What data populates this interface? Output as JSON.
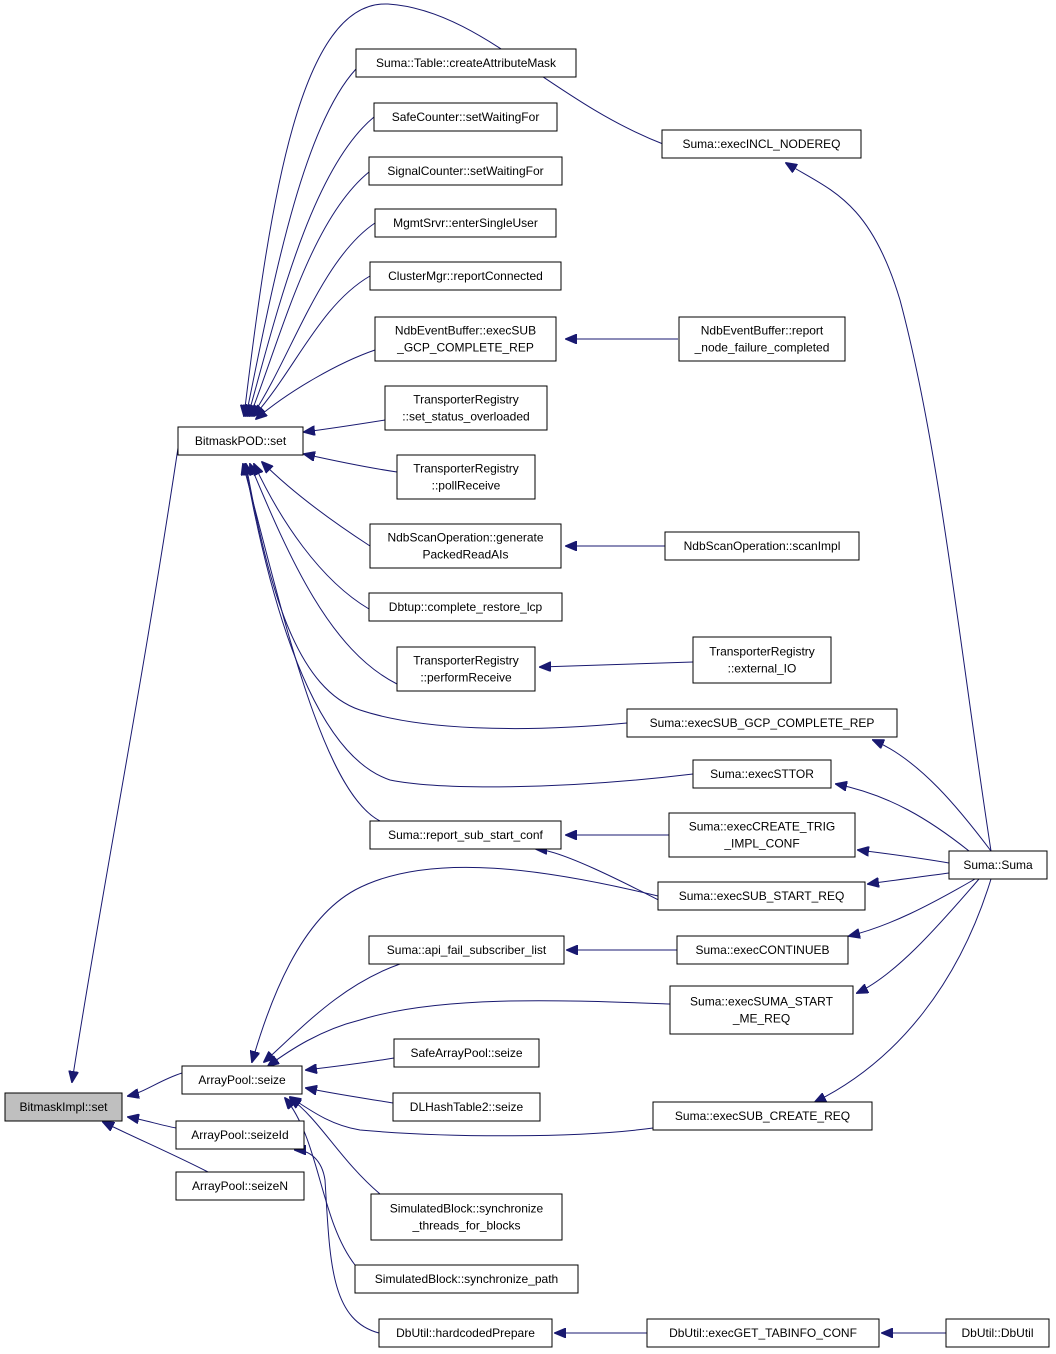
{
  "nodes": [
    {
      "id": "n0",
      "lines": [
        "BitmaskImpl::set"
      ],
      "root": true
    },
    {
      "id": "n1",
      "lines": [
        "BitmaskPOD::set"
      ]
    },
    {
      "id": "n2",
      "lines": [
        "ArrayPool::seize"
      ]
    },
    {
      "id": "n3",
      "lines": [
        "ArrayPool::seizeId"
      ]
    },
    {
      "id": "n4",
      "lines": [
        "ArrayPool::seizeN"
      ]
    },
    {
      "id": "n5",
      "lines": [
        "Suma::Table::createAttributeMask"
      ]
    },
    {
      "id": "n6",
      "lines": [
        "SafeCounter::setWaitingFor"
      ]
    },
    {
      "id": "n7",
      "lines": [
        "SignalCounter::setWaitingFor"
      ]
    },
    {
      "id": "n8",
      "lines": [
        "MgmtSrvr::enterSingleUser"
      ]
    },
    {
      "id": "n9",
      "lines": [
        "ClusterMgr::reportConnected"
      ]
    },
    {
      "id": "n10",
      "lines": [
        "NdbEventBuffer::execSUB",
        "_GCP_COMPLETE_REP"
      ]
    },
    {
      "id": "n11",
      "lines": [
        "TransporterRegistry",
        "::set_status_overloaded"
      ]
    },
    {
      "id": "n12",
      "lines": [
        "TransporterRegistry",
        "::pollReceive"
      ]
    },
    {
      "id": "n13",
      "lines": [
        "NdbScanOperation::generate",
        "PackedReadAIs"
      ]
    },
    {
      "id": "n14",
      "lines": [
        "Dbtup::complete_restore_lcp"
      ]
    },
    {
      "id": "n15",
      "lines": [
        "TransporterRegistry",
        "::performReceive"
      ]
    },
    {
      "id": "n16",
      "lines": [
        "Suma::report_sub_start_conf"
      ]
    },
    {
      "id": "n17",
      "lines": [
        "Suma::execINCL_NODEREQ"
      ]
    },
    {
      "id": "n18",
      "lines": [
        "NdbEventBuffer::report",
        "_node_failure_completed"
      ]
    },
    {
      "id": "n19",
      "lines": [
        "NdbScanOperation::scanImpl"
      ]
    },
    {
      "id": "n20",
      "lines": [
        "TransporterRegistry",
        "::external_IO"
      ]
    },
    {
      "id": "n21",
      "lines": [
        "Suma::execSUB_GCP_COMPLETE_REP"
      ]
    },
    {
      "id": "n22",
      "lines": [
        "Suma::execSTTOR"
      ]
    },
    {
      "id": "n23",
      "lines": [
        "Suma::execCREATE_TRIG",
        "_IMPL_CONF"
      ]
    },
    {
      "id": "n24",
      "lines": [
        "Suma::execSUB_START_REQ"
      ]
    },
    {
      "id": "n25",
      "lines": [
        "Suma::Suma"
      ]
    },
    {
      "id": "n26",
      "lines": [
        "Suma::api_fail_subscriber_list"
      ]
    },
    {
      "id": "n27",
      "lines": [
        "Suma::execCONTINUEB"
      ]
    },
    {
      "id": "n28",
      "lines": [
        "Suma::execSUMA_START",
        "_ME_REQ"
      ]
    },
    {
      "id": "n29",
      "lines": [
        "SafeArrayPool::seize"
      ]
    },
    {
      "id": "n30",
      "lines": [
        "DLHashTable2::seize"
      ]
    },
    {
      "id": "n31",
      "lines": [
        "Suma::execSUB_CREATE_REQ"
      ]
    },
    {
      "id": "n32",
      "lines": [
        "SimulatedBlock::synchronize",
        "_threads_for_blocks"
      ]
    },
    {
      "id": "n33",
      "lines": [
        "SimulatedBlock::synchronize_path"
      ]
    },
    {
      "id": "n34",
      "lines": [
        "DbUtil::hardcodedPrepare"
      ]
    },
    {
      "id": "n35",
      "lines": [
        "DbUtil::execGET_TABINFO_CONF"
      ]
    },
    {
      "id": "n36",
      "lines": [
        "DbUtil::DbUtil"
      ]
    }
  ],
  "edges": [
    [
      "n1",
      "n0"
    ],
    [
      "n2",
      "n0"
    ],
    [
      "n3",
      "n0"
    ],
    [
      "n4",
      "n0"
    ],
    [
      "n5",
      "n1"
    ],
    [
      "n6",
      "n1"
    ],
    [
      "n7",
      "n1"
    ],
    [
      "n8",
      "n1"
    ],
    [
      "n9",
      "n1"
    ],
    [
      "n10",
      "n1"
    ],
    [
      "n11",
      "n1"
    ],
    [
      "n12",
      "n1"
    ],
    [
      "n13",
      "n1"
    ],
    [
      "n14",
      "n1"
    ],
    [
      "n15",
      "n1"
    ],
    [
      "n16",
      "n1"
    ],
    [
      "n17",
      "n1"
    ],
    [
      "n21",
      "n1"
    ],
    [
      "n22",
      "n1"
    ],
    [
      "n18",
      "n10"
    ],
    [
      "n19",
      "n13"
    ],
    [
      "n20",
      "n15"
    ],
    [
      "n25",
      "n17"
    ],
    [
      "n25",
      "n21"
    ],
    [
      "n25",
      "n22"
    ],
    [
      "n25",
      "n23"
    ],
    [
      "n25",
      "n24"
    ],
    [
      "n25",
      "n27"
    ],
    [
      "n25",
      "n28"
    ],
    [
      "n25",
      "n31"
    ],
    [
      "n23",
      "n16"
    ],
    [
      "n24",
      "n16"
    ],
    [
      "n27",
      "n26"
    ],
    [
      "n24",
      "n2"
    ],
    [
      "n26",
      "n2"
    ],
    [
      "n28",
      "n2"
    ],
    [
      "n29",
      "n2"
    ],
    [
      "n30",
      "n2"
    ],
    [
      "n31",
      "n2"
    ],
    [
      "n32",
      "n2"
    ],
    [
      "n33",
      "n2"
    ],
    [
      "n34",
      "n3"
    ],
    [
      "n35",
      "n34"
    ],
    [
      "n36",
      "n35"
    ]
  ]
}
